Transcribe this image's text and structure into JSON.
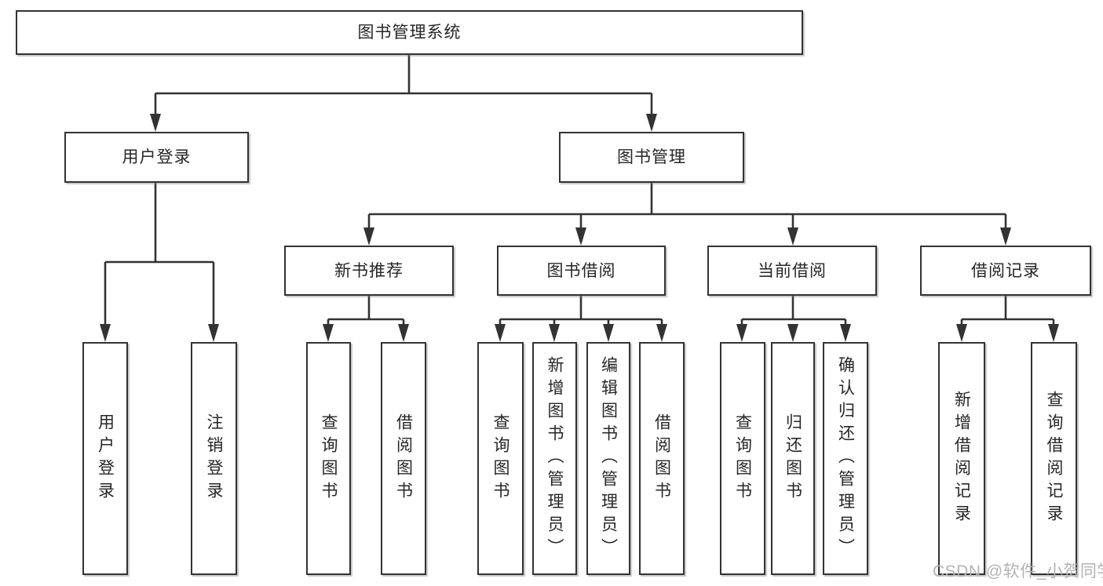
{
  "diagram": {
    "tree": {
      "root": {
        "label": "图书管理系统"
      },
      "branches": [
        {
          "label": "用户登录",
          "children": [
            {
              "label": "用户登录"
            },
            {
              "label": "注销登录"
            }
          ]
        },
        {
          "label": "图书管理",
          "children": [
            {
              "label": "新书推荐",
              "children": [
                {
                  "label": "查询图书"
                },
                {
                  "label": "借阅图书"
                }
              ]
            },
            {
              "label": "图书借阅",
              "children": [
                {
                  "label": "查询图书"
                },
                {
                  "label": "新增图书（管理员）"
                },
                {
                  "label": "编辑图书（管理员）"
                },
                {
                  "label": "借阅图书"
                }
              ]
            },
            {
              "label": "当前借阅",
              "children": [
                {
                  "label": "查询图书"
                },
                {
                  "label": "归还图书"
                },
                {
                  "label": "确认归还（管理员）"
                }
              ]
            },
            {
              "label": "借阅记录",
              "children": [
                {
                  "label": "新增借阅记录"
                },
                {
                  "label": "查询借阅记录"
                }
              ]
            }
          ]
        }
      ]
    },
    "colors": {
      "border": "#333333",
      "connector": "#333333",
      "text": "#262626",
      "background": "#ffffff",
      "watermark": "#b3b3b3"
    }
  },
  "watermark": {
    "text": "CSDN @软件_小贺同学"
  }
}
